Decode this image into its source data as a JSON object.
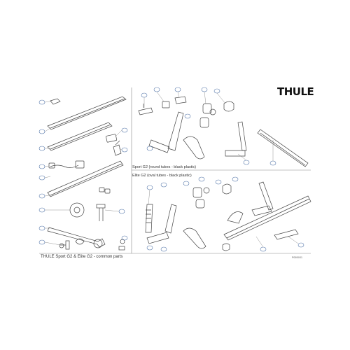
{
  "brand": "THULE",
  "caption": "THULE Sport G2 & Elite G2 - common parts",
  "sections": {
    "sport": "Sport G2 (round tubes - black plastic)",
    "elite": "Elite G2 (oval tubes - black plastic)"
  },
  "drawing_code": "P0000/01"
}
